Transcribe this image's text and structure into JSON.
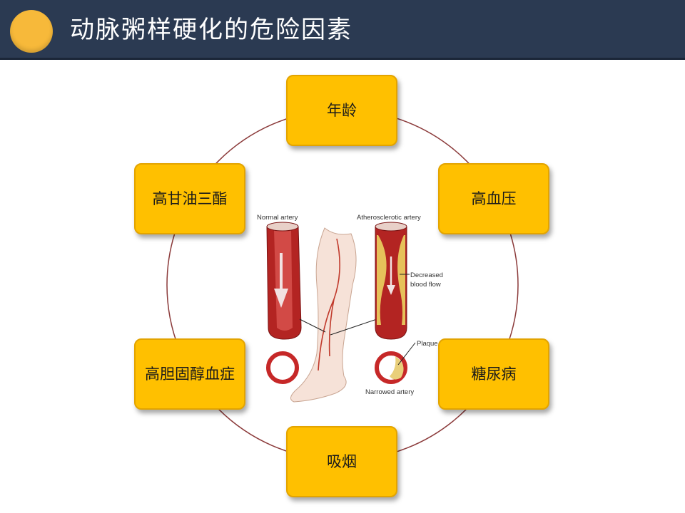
{
  "header": {
    "title": "动脉粥样硬化的危险因素",
    "accent_color": "#f7b93a",
    "background_color": "#2b3a52"
  },
  "factors": [
    {
      "label": "年龄"
    },
    {
      "label": "高血压"
    },
    {
      "label": "糖尿病"
    },
    {
      "label": "吸烟"
    },
    {
      "label": "高胆固醇血症"
    },
    {
      "label": "高甘油三酯"
    }
  ],
  "illustration": {
    "normal_label": "Normal artery",
    "athero_label": "Atherosclerotic artery",
    "decreased_label_line1": "Decreased",
    "decreased_label_line2": "blood flow",
    "plaque_label": "Plaque",
    "narrowed_label": "Narrowed artery"
  },
  "colors": {
    "box": "#ffc000",
    "circle": "#8b3a3a",
    "artery": "#b32422"
  }
}
